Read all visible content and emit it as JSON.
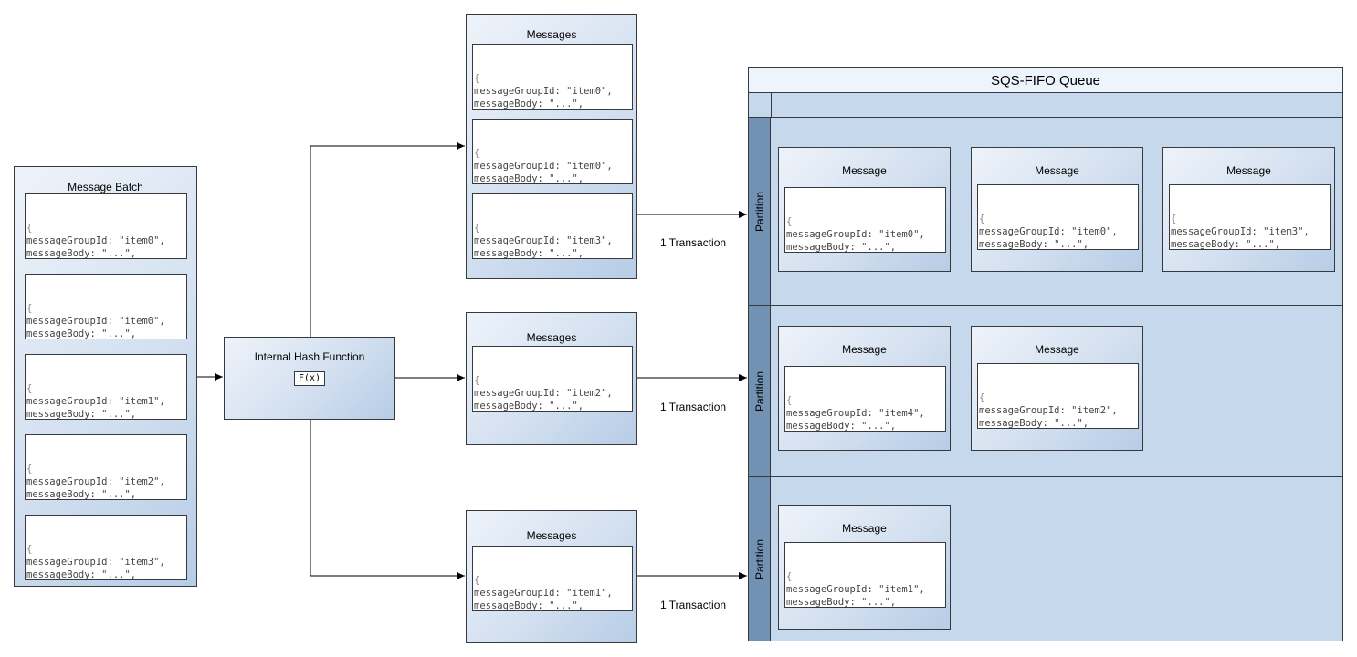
{
  "batch": {
    "title": "Message Batch",
    "messages": [
      {
        "open": "{",
        "group_line": "messageGroupId: \"item0\",",
        "body_line": "messageBody: \"...\",",
        "ellipsis": "...",
        "close": "}"
      },
      {
        "open": "{",
        "group_line": "messageGroupId: \"item0\",",
        "body_line": "messageBody: \"...\",",
        "ellipsis": "...",
        "close": "}"
      },
      {
        "open": "{",
        "group_line": "messageGroupId: \"item1\",",
        "body_line": "messageBody: \"...\",",
        "ellipsis": "...",
        "close": "}"
      },
      {
        "open": "{",
        "group_line": "messageGroupId: \"item2\",",
        "body_line": "messageBody: \"...\",",
        "ellipsis": "...",
        "close": "}"
      },
      {
        "open": "{",
        "group_line": "messageGroupId: \"item3\",",
        "body_line": "messageBody: \"...\",",
        "ellipsis": "...",
        "close": "}"
      }
    ]
  },
  "hash": {
    "title": "Internal Hash Function",
    "fx": "F(x)"
  },
  "groups": [
    {
      "title": "Messages",
      "messages": [
        {
          "open": "{",
          "group_line": "messageGroupId: \"item0\",",
          "body_line": "messageBody: \"...\",",
          "ellipsis": "...",
          "close": "}"
        },
        {
          "open": "{",
          "group_line": "messageGroupId: \"item0\",",
          "body_line": "messageBody: \"...\",",
          "ellipsis": "...",
          "close": "}"
        },
        {
          "open": "{",
          "group_line": "messageGroupId: \"item3\",",
          "body_line": "messageBody: \"...\",",
          "ellipsis": "...",
          "close": "}"
        }
      ]
    },
    {
      "title": "Messages",
      "messages": [
        {
          "open": "{",
          "group_line": "messageGroupId: \"item2\",",
          "body_line": "messageBody: \"...\",",
          "ellipsis": "...",
          "close": "}"
        }
      ]
    },
    {
      "title": "Messages",
      "messages": [
        {
          "open": "{",
          "group_line": "messageGroupId: \"item1\",",
          "body_line": "messageBody: \"...\",",
          "ellipsis": "...",
          "close": "}"
        }
      ]
    }
  ],
  "transactions": [
    "1 Transaction",
    "1 Transaction",
    "1 Transaction"
  ],
  "queue": {
    "title": "SQS-FIFO Queue",
    "partitions": [
      {
        "label": "Partition",
        "messages": [
          {
            "title": "Message",
            "open": "{",
            "group_line": "messageGroupId: \"item0\",",
            "body_line": "messageBody: \"...\",",
            "ellipsis": "...",
            "close": "}"
          },
          {
            "title": "Message",
            "open": "{",
            "group_line": "messageGroupId: \"item0\",",
            "body_line": "messageBody: \"...\",",
            "ellipsis": "...",
            "close": "}"
          },
          {
            "title": "Message",
            "open": "{",
            "group_line": "messageGroupId: \"item3\",",
            "body_line": "messageBody: \"...\",",
            "ellipsis": "...",
            "close": "}"
          }
        ]
      },
      {
        "label": "Partition",
        "messages": [
          {
            "title": "Message",
            "open": "{",
            "group_line": "messageGroupId: \"item4\",",
            "body_line": "messageBody: \"...\",",
            "ellipsis": "...",
            "close": "}"
          },
          {
            "title": "Message",
            "open": "{",
            "group_line": "messageGroupId: \"item2\",",
            "body_line": "messageBody: \"...\",",
            "ellipsis": "...",
            "close": "}"
          }
        ]
      },
      {
        "label": "Partition",
        "messages": [
          {
            "title": "Message",
            "open": "{",
            "group_line": "messageGroupId: \"item1\",",
            "body_line": "messageBody: \"...\",",
            "ellipsis": "...",
            "close": "}"
          }
        ]
      }
    ]
  },
  "colors": {
    "box_gradient_start": "#eef3fa",
    "box_gradient_end": "#b7cce6",
    "partition_strip": "#7292b3",
    "queue_fill": "#c6d8ec",
    "edge": "#000000"
  }
}
